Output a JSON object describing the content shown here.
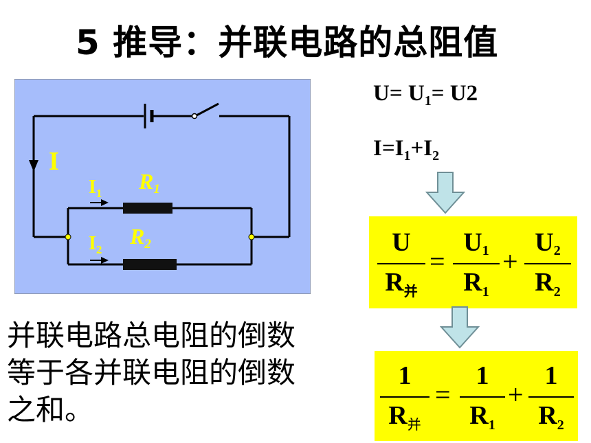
{
  "title": "5 推导：并联电路的总阻值",
  "circuit": {
    "total_current": "I",
    "branch1_current": "I",
    "branch1_current_sub": "1",
    "branch1_resistor": "R",
    "branch1_resistor_sub": "1",
    "branch2_current": "I",
    "branch2_current_sub": "2",
    "branch2_resistor": "R",
    "branch2_resistor_sub": "2",
    "background_color": "#a6bdfb",
    "label_color": "#ffff00"
  },
  "equations": {
    "voltage": {
      "lhs": "U=",
      "u1": "U",
      "u1_sub": "1",
      "rest": "= U2"
    },
    "current": {
      "lhs": "I=I",
      "i1_sub": "1",
      "plus": "+I",
      "i2_sub": "2"
    },
    "current_fraction": {
      "lhs_num": "U",
      "lhs_den": "R",
      "lhs_den_sub": "并",
      "equals": "=",
      "t1_num": "U",
      "t1_num_sub": "1",
      "t1_den": "R",
      "t1_den_sub": "1",
      "plus": "+",
      "t2_num": "U",
      "t2_num_sub": "2",
      "t2_den": "R",
      "t2_den_sub": "2"
    },
    "resistance_fraction": {
      "lhs_num": "1",
      "lhs_den": "R",
      "lhs_den_sub": "并",
      "equals": "=",
      "t1_num": "1",
      "t1_den": "R",
      "t1_den_sub": "1",
      "plus": "+",
      "t2_num": "1",
      "t2_den": "R",
      "t2_den_sub": "2"
    }
  },
  "conclusion": {
    "line1": "并联电路总电阻的倒数",
    "line2": "等于各并联电阻的倒数",
    "line3": "之和。"
  },
  "colors": {
    "highlight": "#ffff00",
    "arrow_fill": "#bfe3e8",
    "arrow_stroke": "#6f8f96"
  }
}
